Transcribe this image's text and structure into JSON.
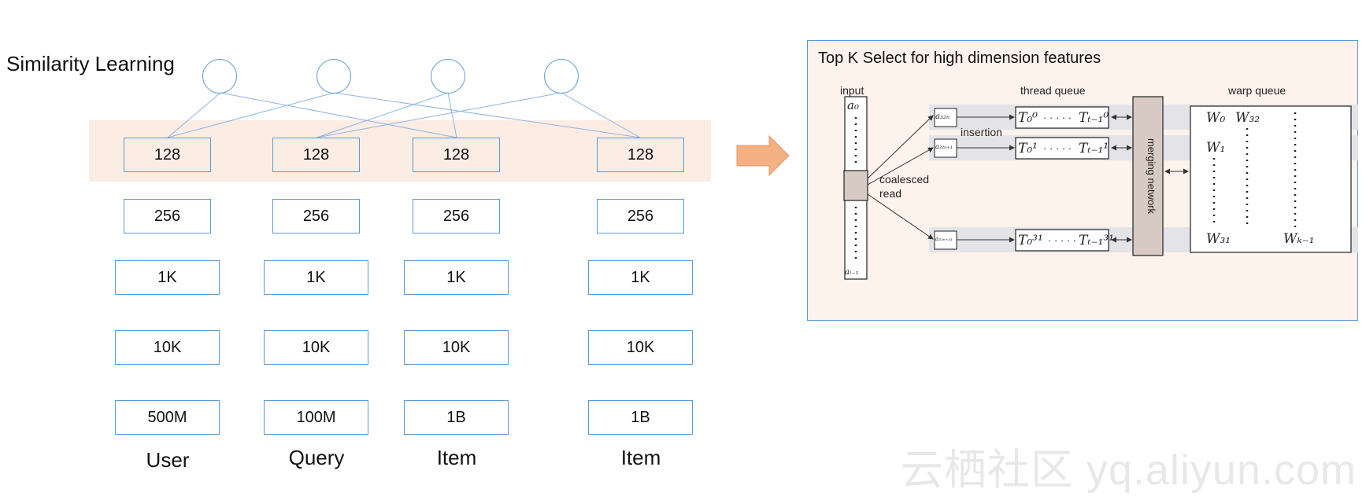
{
  "title": "Similarity Learning",
  "columns": [
    {
      "label": "User",
      "layers": [
        "128",
        "256",
        "1K",
        "10K",
        "500M"
      ]
    },
    {
      "label": "Query",
      "layers": [
        "128",
        "256",
        "1K",
        "10K",
        "100M"
      ]
    },
    {
      "label": "Item",
      "layers": [
        "128",
        "256",
        "1K",
        "10K",
        "1B"
      ]
    },
    {
      "label": "Item",
      "layers": [
        "128",
        "256",
        "1K",
        "10K",
        "1B"
      ]
    }
  ],
  "panel": {
    "title": "Top K Select for high dimension features",
    "labels": {
      "input": "input",
      "thread_queue": "thread queue",
      "warp_queue": "warp queue",
      "insertion": "insertion",
      "coalesced": "coalesced",
      "read": "read",
      "merging_network": "merging network",
      "dots": "· · · · ·"
    },
    "input_top": "a₀",
    "input_bottom": "aₗ₋₁",
    "row_inputs": [
      "a₃₂ₙ",
      "a₃₂ₙ₊₁",
      "a₃₂ₙ₊₃₁"
    ],
    "rows": [
      {
        "t_first": "T₀⁰",
        "t_last": "Tₜ₋₁⁰"
      },
      {
        "t_first": "T₀¹",
        "t_last": "Tₜ₋₁¹"
      },
      {
        "t_first": "T₀³¹",
        "t_last": "Tₜ₋₁³¹"
      }
    ],
    "warp": [
      "W₀",
      "W₃₂",
      "W₁",
      "W₃₁",
      "Wₖ₋₁"
    ]
  },
  "watermark": "云栖社区 yq.aliyun.com",
  "colors": {
    "accent": "#5b9bd5",
    "band": "#fbece4",
    "arrow": "#f4b183",
    "panel_bg": "#fdf2ec"
  }
}
